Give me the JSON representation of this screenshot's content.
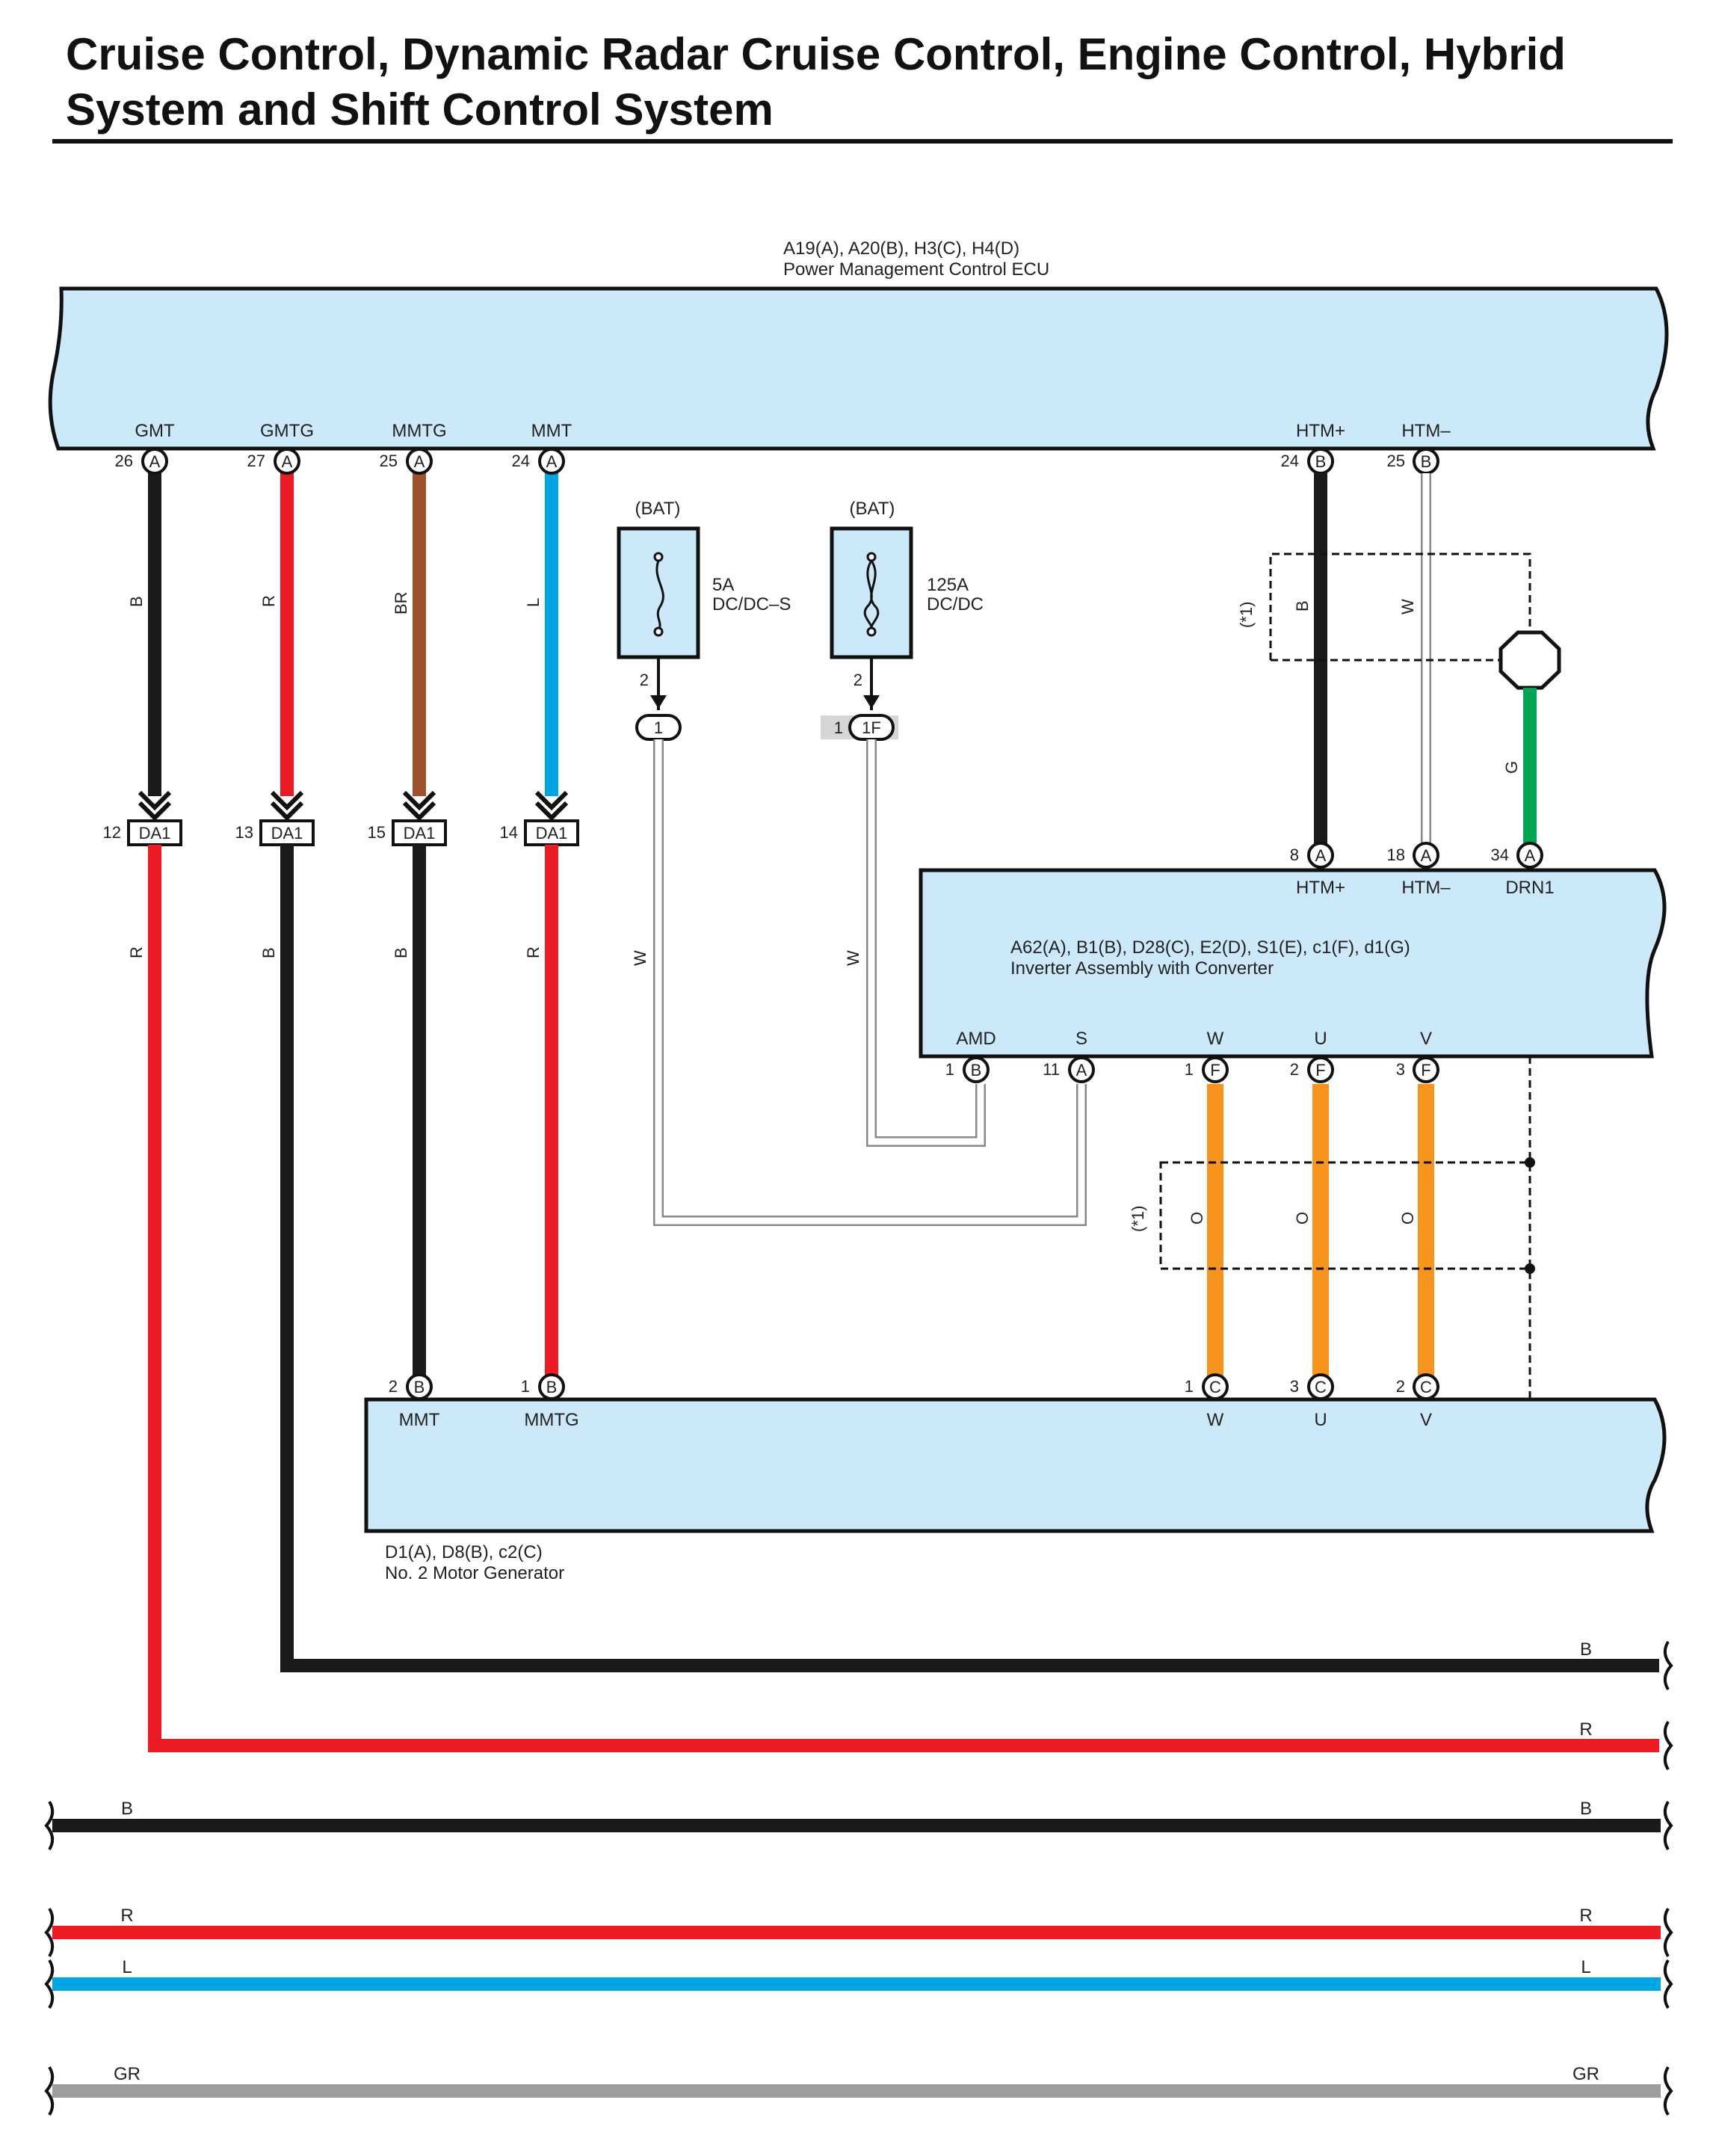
{
  "title": "Cruise Control, Dynamic Radar Cruise Control, Engine Control, Hybrid System and Shift Control System",
  "colors": {
    "B": "#1a1a1a",
    "R": "#ed1c24",
    "BR": "#a0522d",
    "L": "#00a6e4",
    "W": "#ffffff",
    "G": "#00a651",
    "O": "#f7941d",
    "GR": "#9d9d9d",
    "ecu_fill": "#cce9f9"
  },
  "components": {
    "pm_ecu": {
      "code": "A19(A), A20(B), H3(C), H4(D)",
      "name": "Power Management Control ECU",
      "pins": [
        {
          "label": "GMT",
          "num": "26",
          "conn": "A"
        },
        {
          "label": "GMTG",
          "num": "27",
          "conn": "A"
        },
        {
          "label": "MMTG",
          "num": "25",
          "conn": "A"
        },
        {
          "label": "MMT",
          "num": "24",
          "conn": "A"
        },
        {
          "label": "HTM+",
          "num": "24",
          "conn": "B"
        },
        {
          "label": "HTM–",
          "num": "25",
          "conn": "B"
        }
      ]
    },
    "inverter": {
      "code": "A62(A), B1(B), D28(C), E2(D), S1(E), c1(F), d1(G)",
      "name": "Inverter Assembly with Converter",
      "top_pins": [
        {
          "label": "HTM+",
          "num": "8",
          "conn": "A"
        },
        {
          "label": "HTM–",
          "num": "18",
          "conn": "A"
        },
        {
          "label": "DRN1",
          "num": "34",
          "conn": "A"
        }
      ],
      "bottom_pins": [
        {
          "label": "AMD",
          "num": "1",
          "conn": "B"
        },
        {
          "label": "S",
          "num": "11",
          "conn": "A"
        },
        {
          "label": "W",
          "num": "1",
          "conn": "F"
        },
        {
          "label": "U",
          "num": "2",
          "conn": "F"
        },
        {
          "label": "V",
          "num": "3",
          "conn": "F"
        }
      ]
    },
    "mg2": {
      "code": "D1(A), D8(B), c2(C)",
      "name": "No.  2 Motor Generator",
      "pins": [
        {
          "label": "MMT",
          "num": "2",
          "conn": "B"
        },
        {
          "label": "MMTG",
          "num": "1",
          "conn": "B"
        },
        {
          "label": "W",
          "num": "1",
          "conn": "C"
        },
        {
          "label": "U",
          "num": "3",
          "conn": "C"
        },
        {
          "label": "V",
          "num": "2",
          "conn": "C"
        }
      ]
    }
  },
  "fuses": [
    {
      "source": "(BAT)",
      "rating": "5A",
      "name": "DC/DC–S",
      "pin": "2",
      "junction": "1",
      "junction_prefix": ""
    },
    {
      "source": "(BAT)",
      "rating": "125A",
      "name": "DC/DC",
      "pin": "2",
      "junction": "1F",
      "junction_prefix": "1"
    }
  ],
  "connector_da1": [
    {
      "num": "12",
      "name": "DA1",
      "in_color": "B",
      "out_color": "R"
    },
    {
      "num": "13",
      "name": "DA1",
      "in_color": "R",
      "out_color": "B"
    },
    {
      "num": "15",
      "name": "DA1",
      "in_color": "BR",
      "out_color": "B"
    },
    {
      "num": "14",
      "name": "DA1",
      "in_color": "L",
      "out_color": "R"
    }
  ],
  "wire_labels": {
    "htm_plus": "B",
    "htm_minus": "W",
    "drn": "G",
    "fuse1": "W",
    "fuse2": "W",
    "phase_w": "O",
    "phase_u": "O",
    "phase_v": "O",
    "shield_note": "(*1)"
  },
  "bus_lines": [
    {
      "left": "",
      "right": "B",
      "color": "B"
    },
    {
      "left": "",
      "right": "R",
      "color": "R"
    },
    {
      "left": "B",
      "right": "B",
      "color": "B"
    },
    {
      "left": "R",
      "right": "R",
      "color": "R"
    },
    {
      "left": "L",
      "right": "L",
      "color": "L"
    },
    {
      "left": "GR",
      "right": "GR",
      "color": "GR"
    }
  ]
}
